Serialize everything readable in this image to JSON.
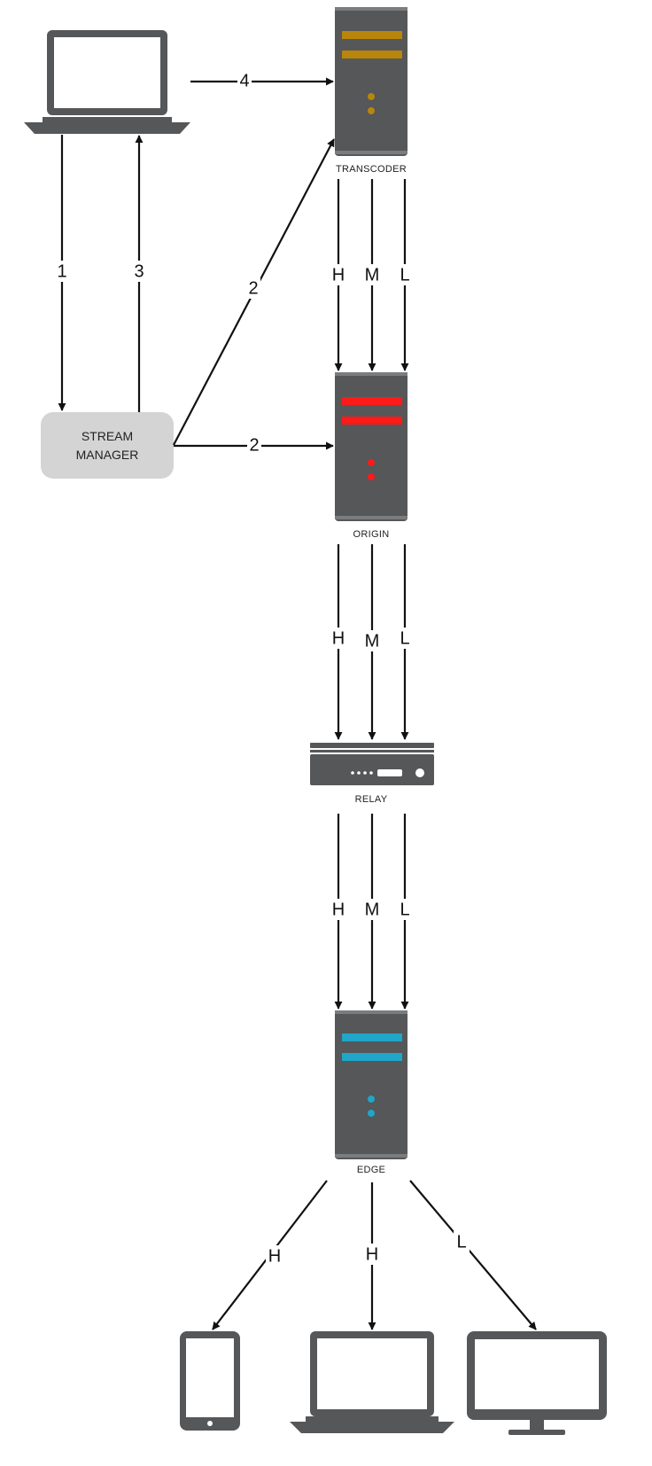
{
  "nodes": {
    "transcoder": {
      "label": "TRANSCODER",
      "accent": "#b8860b"
    },
    "origin": {
      "label": "ORIGIN",
      "accent": "#ff1a1a"
    },
    "relay": {
      "label": "RELAY"
    },
    "edge": {
      "label": "EDGE",
      "accent": "#1fa6c9"
    },
    "stream_manager": {
      "line1": "STREAM",
      "line2": "MANAGER"
    }
  },
  "edges": {
    "laptop_to_sm": "1",
    "sm_to_laptop": "3",
    "laptop_to_transcoder": "4",
    "sm_to_transcoder": "2",
    "sm_to_origin": "2",
    "transcoder_origin": [
      "H",
      "M",
      "L"
    ],
    "origin_relay": [
      "H",
      "M",
      "L"
    ],
    "relay_edge": [
      "H",
      "M",
      "L"
    ],
    "edge_to_phone": "H",
    "edge_to_laptop": "H",
    "edge_to_monitor": "L"
  },
  "icons": {
    "publisher": "laptop-icon",
    "client_phone": "smartphone-icon",
    "client_laptop": "laptop-icon",
    "client_monitor": "monitor-icon"
  },
  "colors": {
    "device_gray": "#555759",
    "stream_manager_fill": "#d4d4d4"
  }
}
